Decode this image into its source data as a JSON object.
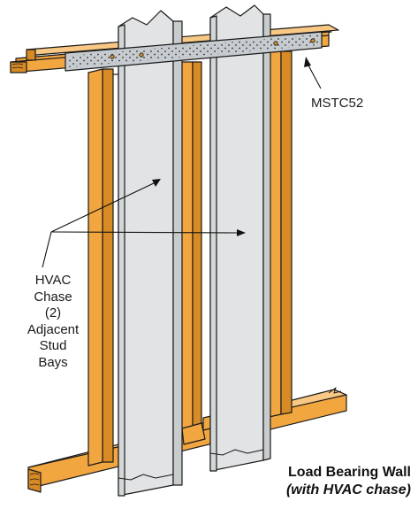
{
  "diagram": {
    "strap_label": "MSTC52",
    "chase_label_lines": [
      "HVAC",
      "Chase",
      "(2)",
      "Adjacent",
      "Stud",
      "Bays"
    ],
    "caption_title": "Load Bearing Wall",
    "caption_subtitle": "(with HVAC chase)",
    "colors": {
      "lumber_front": "#f2a640",
      "lumber_side": "#d88a24",
      "lumber_top": "#f8c884",
      "duct_front": "#e1e3e4",
      "duct_side": "#c9cccd",
      "strap": "#c6cbcf",
      "outline": "#1a1a1a"
    }
  }
}
